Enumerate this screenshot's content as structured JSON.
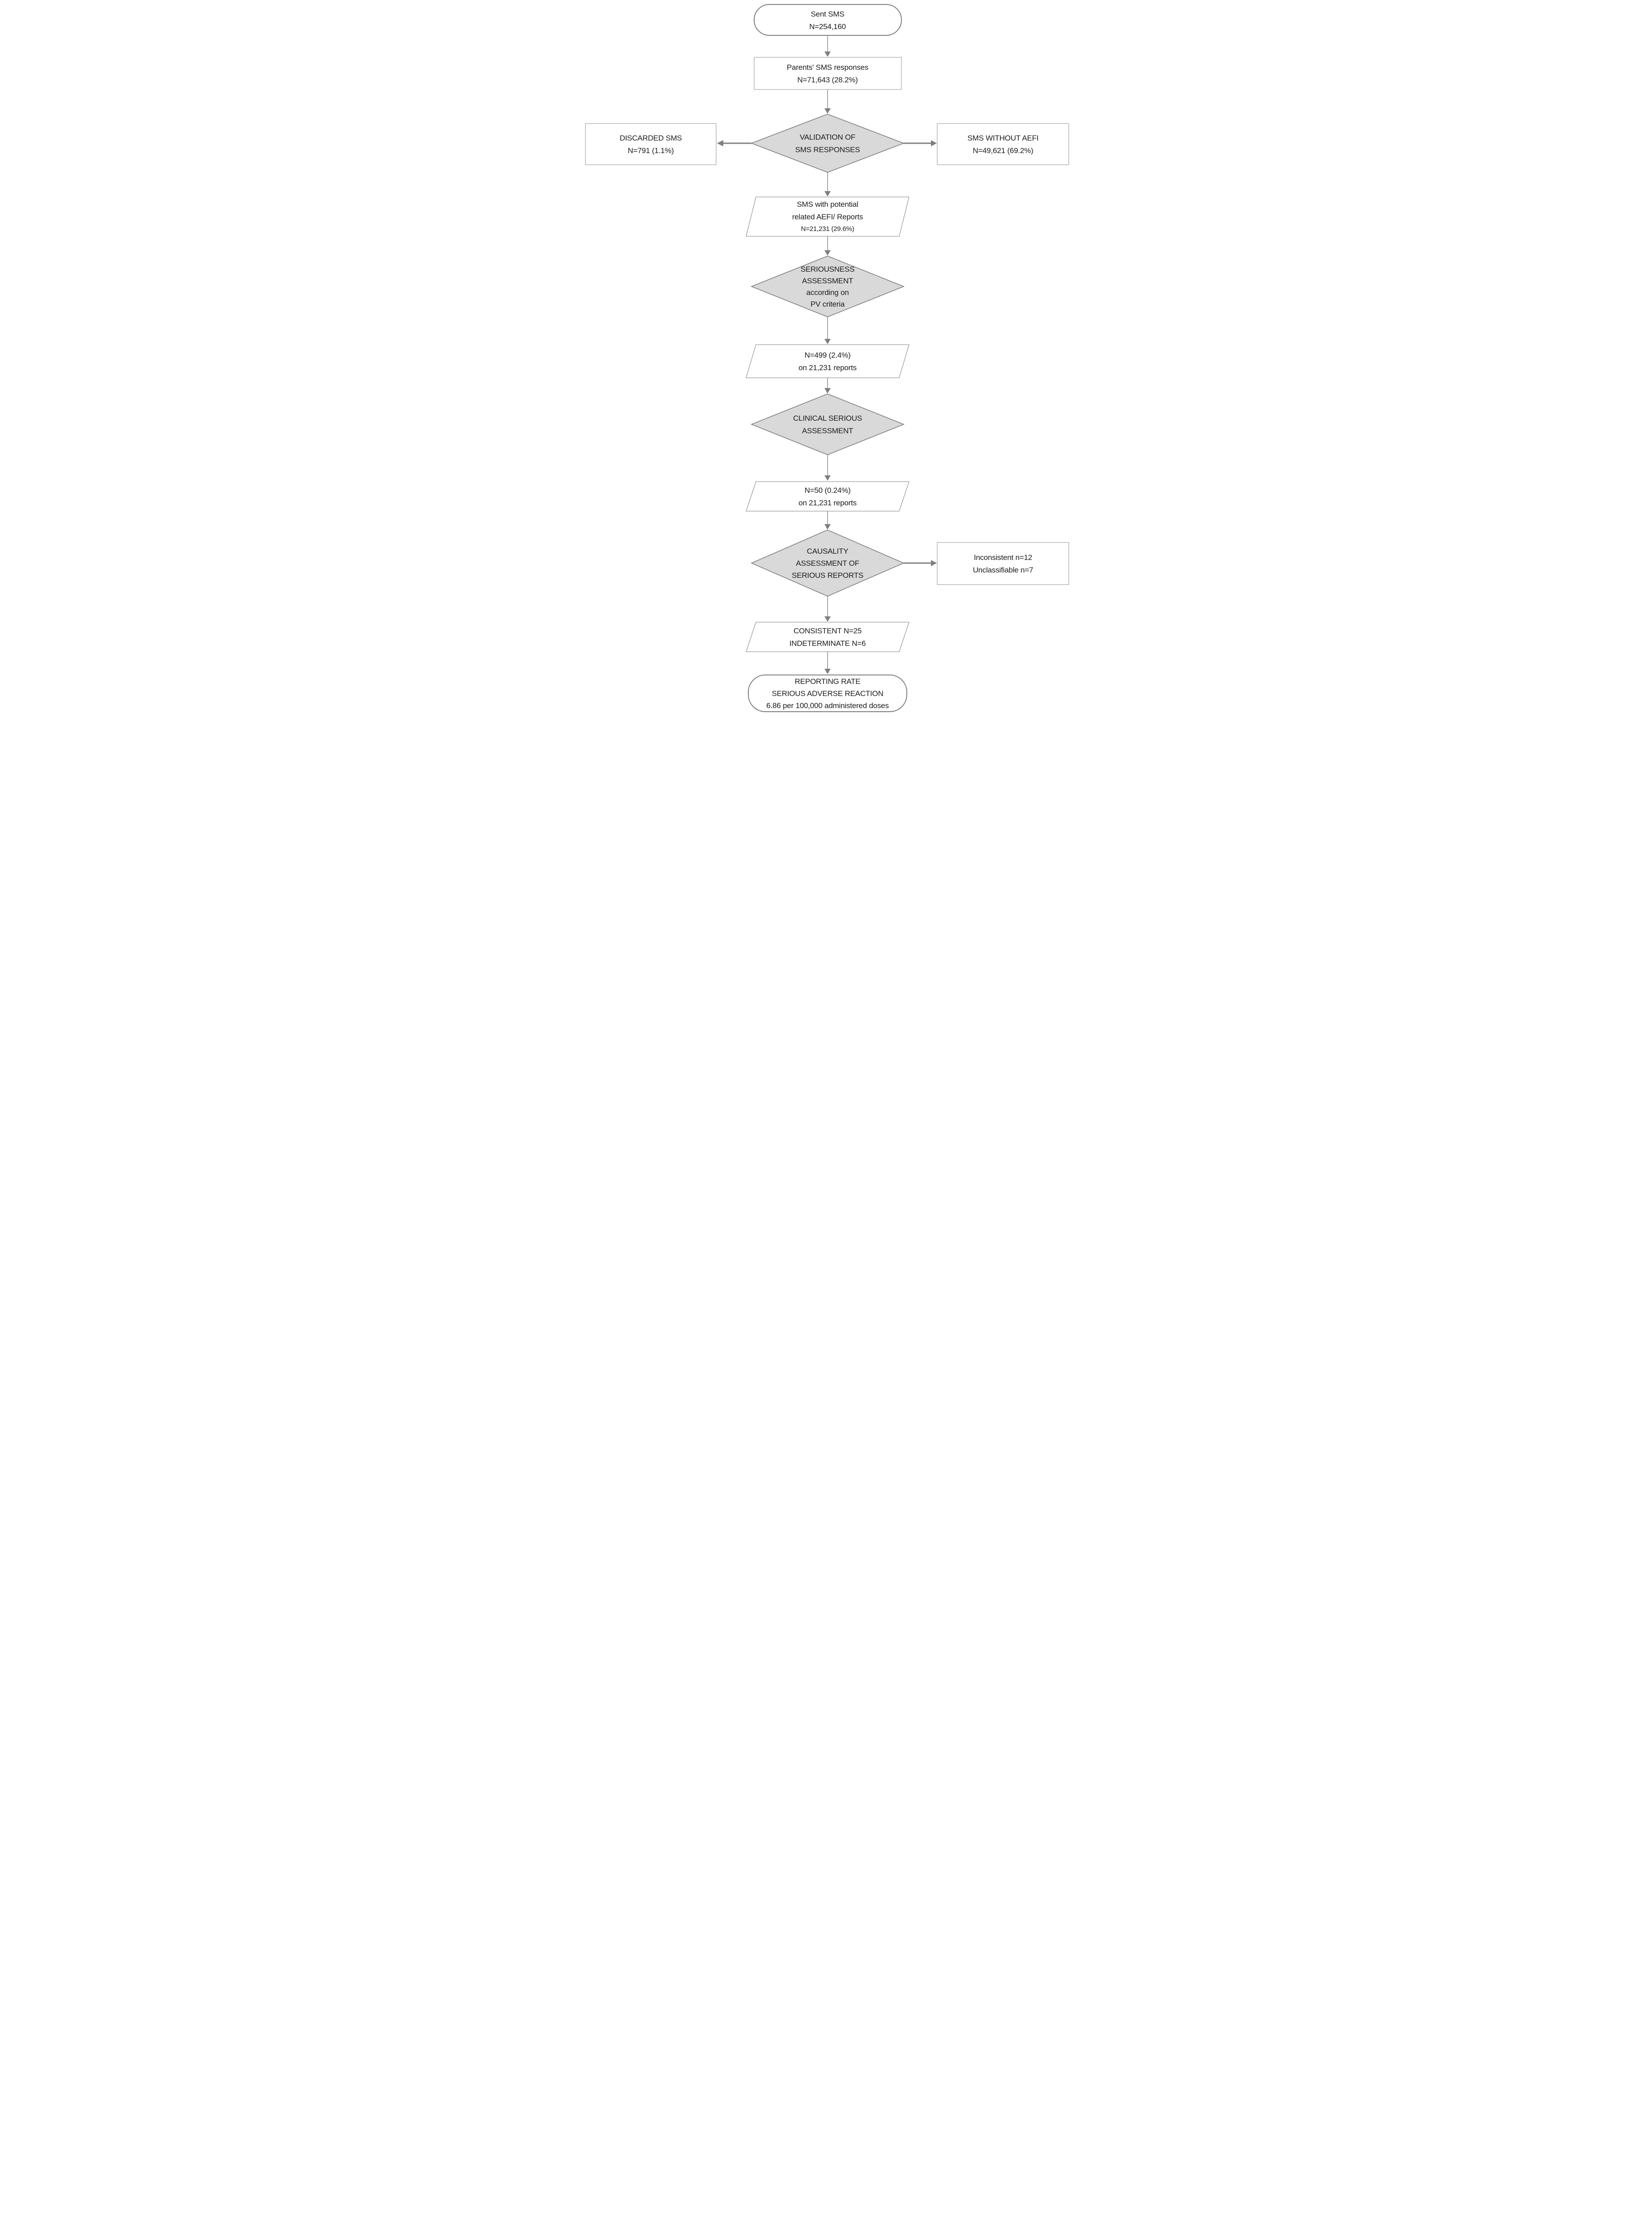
{
  "colors": {
    "background": "#ffffff",
    "decision_fill": "#d9d9d9",
    "terminator_stroke": "#7f7f7f",
    "process_stroke": "#ababab",
    "data_stroke": "#9a9a9a",
    "arrow": "#7f7f7f",
    "text": "#1c1c1c"
  },
  "nodes": {
    "sent_sms": {
      "shape": "terminator",
      "lines": [
        "Sent SMS",
        "N=254,160"
      ]
    },
    "parents_responses": {
      "shape": "process",
      "lines": [
        "Parents' SMS responses",
        "N=71,643 (28.2%)"
      ]
    },
    "validation": {
      "shape": "decision",
      "lines": [
        "VALIDATION OF",
        "SMS RESPONSES"
      ]
    },
    "discarded": {
      "shape": "process",
      "lines": [
        "DISCARDED SMS",
        "N=791 (1.1%)"
      ]
    },
    "without_aefi": {
      "shape": "process",
      "lines": [
        "SMS WITHOUT AEFI",
        "N=49,621 (69.2%)"
      ]
    },
    "potential_aefi": {
      "shape": "data",
      "lines": [
        "SMS with potential",
        "related AEFI/ Reports",
        "N=21,231 (29.6%)"
      ]
    },
    "seriousness": {
      "shape": "decision",
      "lines": [
        "SERIOUSNESS",
        "ASSESSMENT",
        "according on",
        "PV criteria"
      ]
    },
    "pv_serious": {
      "shape": "data",
      "lines": [
        "N=499 (2.4%)",
        "on 21,231 reports"
      ]
    },
    "clinical": {
      "shape": "decision",
      "lines": [
        "CLINICAL SERIOUS",
        "ASSESSMENT"
      ]
    },
    "clinical_serious": {
      "shape": "data",
      "lines": [
        "N=50 (0.24%)",
        "on 21,231 reports"
      ]
    },
    "causality": {
      "shape": "decision",
      "lines": [
        "CAUSALITY",
        "ASSESSMENT OF",
        "SERIOUS REPORTS"
      ]
    },
    "inconsistent": {
      "shape": "process",
      "lines": [
        "Inconsistent n=12",
        "Unclassifiable n=7"
      ]
    },
    "consistent": {
      "shape": "data",
      "lines": [
        "CONSISTENT N=25",
        "INDETERMINATE N=6"
      ]
    },
    "reporting_rate": {
      "shape": "terminator",
      "lines": [
        "REPORTING RATE",
        "SERIOUS ADVERSE REACTION",
        "6.86 per 100,000 administered doses"
      ]
    }
  },
  "edges": [
    {
      "from": "sent_sms",
      "to": "parents_responses"
    },
    {
      "from": "parents_responses",
      "to": "validation"
    },
    {
      "from": "validation",
      "to": "discarded"
    },
    {
      "from": "validation",
      "to": "without_aefi"
    },
    {
      "from": "validation",
      "to": "potential_aefi"
    },
    {
      "from": "potential_aefi",
      "to": "seriousness"
    },
    {
      "from": "seriousness",
      "to": "pv_serious"
    },
    {
      "from": "pv_serious",
      "to": "clinical"
    },
    {
      "from": "clinical",
      "to": "clinical_serious"
    },
    {
      "from": "clinical_serious",
      "to": "causality"
    },
    {
      "from": "causality",
      "to": "inconsistent"
    },
    {
      "from": "causality",
      "to": "consistent"
    },
    {
      "from": "consistent",
      "to": "reporting_rate"
    }
  ]
}
